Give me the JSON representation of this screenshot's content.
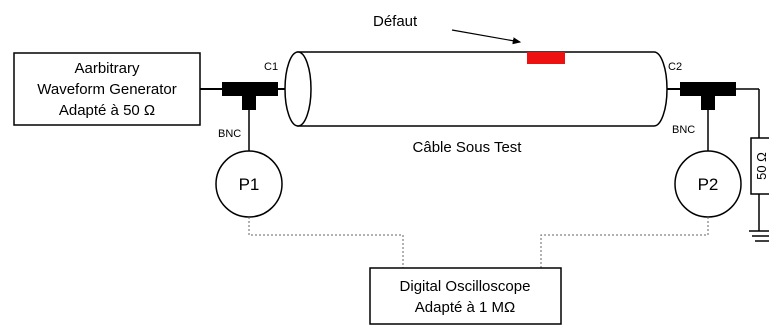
{
  "defect_label": "Défaut",
  "generator": {
    "lines": [
      "Aarbitrary",
      "Waveform Generator",
      "Adapté à 50 Ω"
    ]
  },
  "connectors": {
    "c1": "C1",
    "c2": "C2",
    "bnc_left": "BNC",
    "bnc_right": "BNC"
  },
  "cable_label": "Câble Sous Test",
  "probes": {
    "p1": "P1",
    "p2": "P2"
  },
  "termination_label": "50 Ω",
  "oscilloscope": {
    "lines": [
      "Digital Oscilloscope",
      "Adapté à 1 MΩ"
    ]
  },
  "colors": {
    "defect": "#ee1111",
    "line": "#000000",
    "probe_wire": "#666666"
  }
}
